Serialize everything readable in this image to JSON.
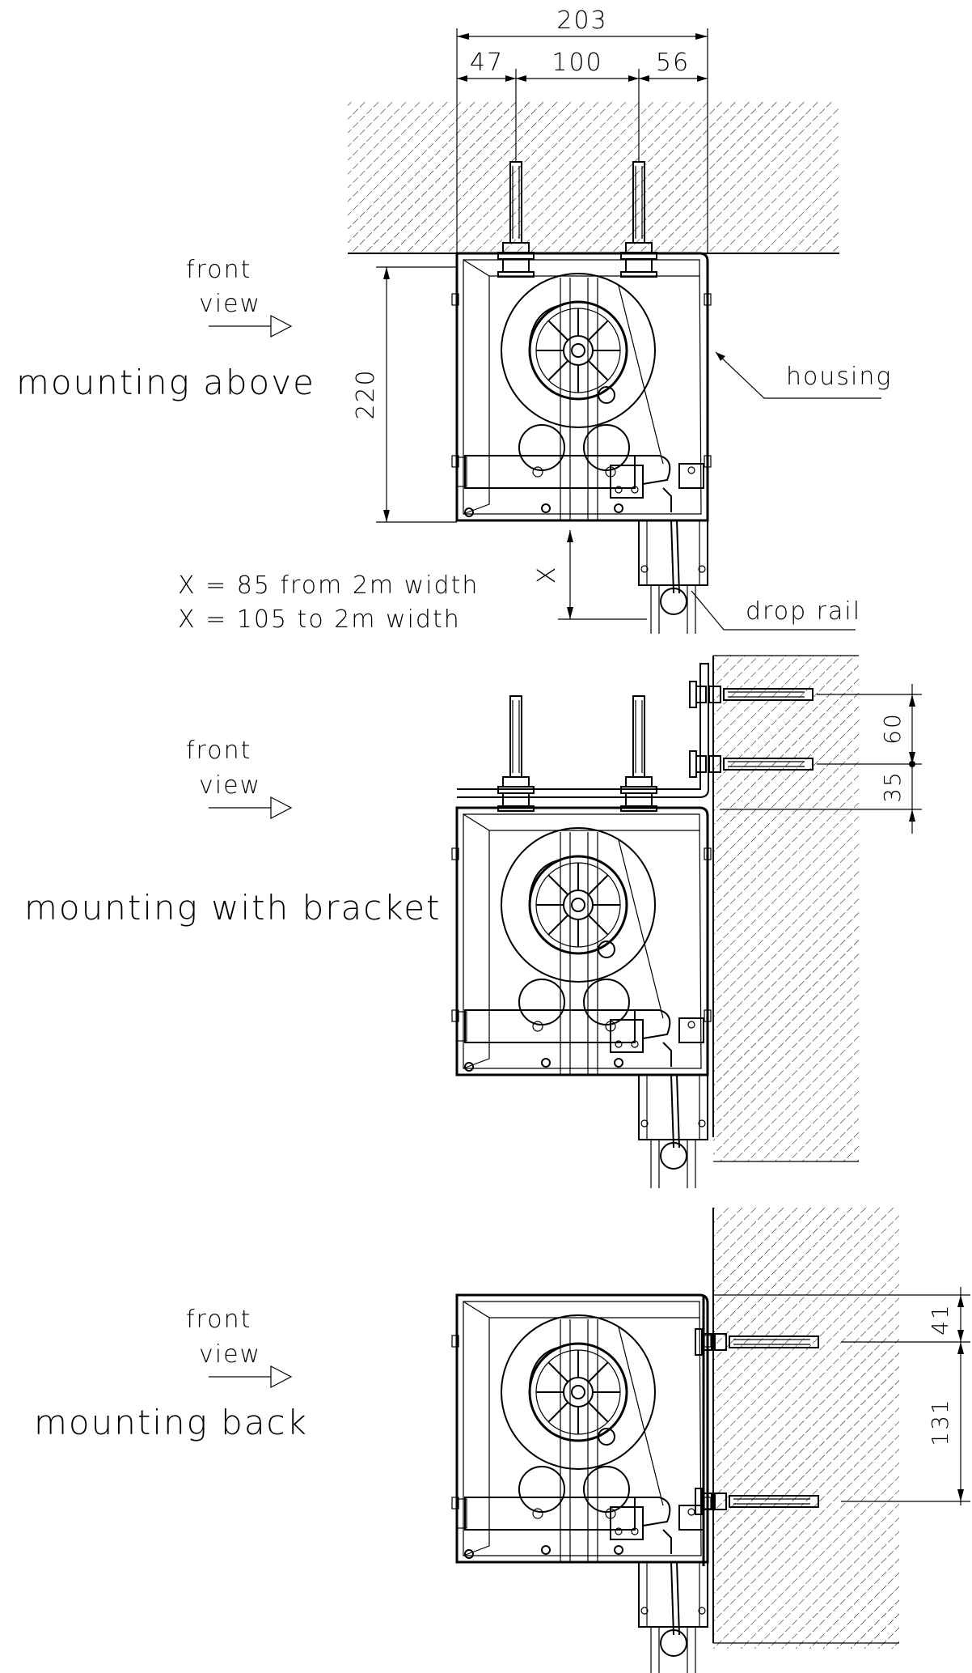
{
  "colors": {
    "line": "#000000",
    "background": "#ffffff"
  },
  "dims_top": {
    "overall": "203",
    "left": "47",
    "middle": "100",
    "right": "56",
    "height": "220",
    "x_label": "X"
  },
  "notes": {
    "x_line1": "X = 85 from 2m width",
    "x_line2": "X = 105 to 2m width"
  },
  "callouts": {
    "housing": "housing",
    "drop_rail": "drop rail"
  },
  "views": [
    {
      "front": "front",
      "view": "view",
      "title": "mounting above"
    },
    {
      "front": "front",
      "view": "view",
      "title": "mounting with bracket"
    },
    {
      "front": "front",
      "view": "view",
      "title": "mounting back"
    }
  ],
  "dims_bracket": {
    "upper": "60",
    "lower": "35"
  },
  "dims_back": {
    "upper": "41",
    "lower": "131"
  }
}
